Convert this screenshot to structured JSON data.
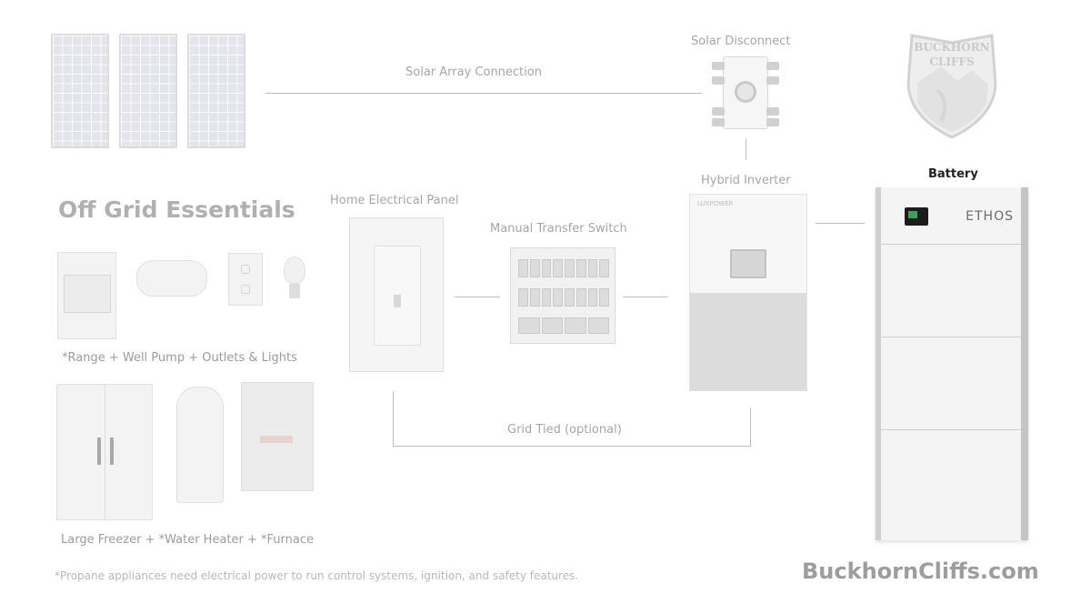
{
  "labels": {
    "solar_array_connection": "Solar Array Connection",
    "solar_disconnect": "Solar Disconnect",
    "hybrid_inverter": "Hybrid Inverter",
    "battery": "Battery",
    "home_electrical_panel": "Home Electrical Panel",
    "manual_transfer_switch": "Manual Transfer Switch",
    "grid_tied": "Grid Tied (optional)"
  },
  "essentials": {
    "title": "Off Grid Essentials",
    "row1_caption": "*Range  +  Well Pump  +  Outlets & Lights",
    "row2_caption": "Large Freezer + *Water Heater + *Furnace"
  },
  "footnote": "*Propane appliances need electrical power to run control systems, ignition, and safety features.",
  "website": "BuckhornCliffs.com",
  "logo": {
    "line1": "BUCKHORN",
    "line2": "CLIFFS"
  },
  "device_brands": {
    "inverter": "LUXPOWER",
    "battery": "ETHOS"
  },
  "colors": {
    "faded_label": "#a6a6a6",
    "dark_label": "#222222",
    "line": "#bfbfbf"
  }
}
